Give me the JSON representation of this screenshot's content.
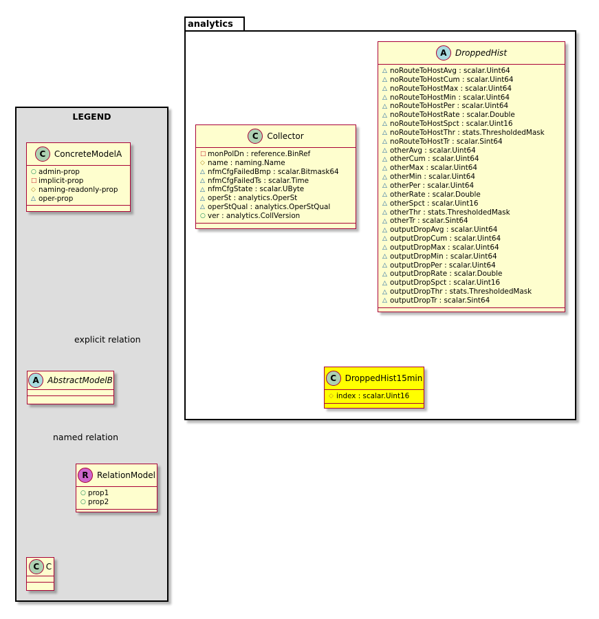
{
  "legend": {
    "title": "LEGEND",
    "concrete_model": {
      "stereotype": "C",
      "name": "ConcreteModelA",
      "attributes": [
        {
          "vis": "+",
          "text": "admin-prop"
        },
        {
          "vis": "-",
          "text": "implicit-prop"
        },
        {
          "vis": "#",
          "text": "naming-readonly-prop"
        },
        {
          "vis": "~",
          "text": "oper-prop"
        }
      ]
    },
    "abstract_model": {
      "stereotype": "A",
      "name": "AbstractModelB"
    },
    "relation_model": {
      "stereotype": "R",
      "name": "RelationModel",
      "attributes": [
        {
          "vis": "+",
          "text": "prop1"
        },
        {
          "vis": "+",
          "text": "prop2"
        }
      ]
    },
    "c_model": {
      "stereotype": "C",
      "name": "C"
    },
    "explicit_relation_label": "explicit relation",
    "named_relation_label": "named relation"
  },
  "analytics": {
    "package_name": "analytics",
    "collector": {
      "stereotype": "C",
      "name": "Collector",
      "attributes": [
        {
          "vis": "-",
          "text": "monPolDn : reference.BinRef"
        },
        {
          "vis": "#",
          "text": "name : naming.Name"
        },
        {
          "vis": "~",
          "text": "nfmCfgFailedBmp : scalar.Bitmask64"
        },
        {
          "vis": "~",
          "text": "nfmCfgFailedTs : scalar.Time"
        },
        {
          "vis": "~",
          "text": "nfmCfgState : scalar.UByte"
        },
        {
          "vis": "~",
          "text": "operSt : analytics.OperSt"
        },
        {
          "vis": "~",
          "text": "operStQual : analytics.OperStQual"
        },
        {
          "vis": "+",
          "text": "ver : analytics.CollVersion"
        }
      ]
    },
    "dropped_hist": {
      "stereotype": "A",
      "name": "DroppedHist",
      "attributes": [
        {
          "vis": "~",
          "text": "noRouteToHostAvg : scalar.Uint64"
        },
        {
          "vis": "~",
          "text": "noRouteToHostCum : scalar.Uint64"
        },
        {
          "vis": "~",
          "text": "noRouteToHostMax : scalar.Uint64"
        },
        {
          "vis": "~",
          "text": "noRouteToHostMin : scalar.Uint64"
        },
        {
          "vis": "~",
          "text": "noRouteToHostPer : scalar.Uint64"
        },
        {
          "vis": "~",
          "text": "noRouteToHostRate : scalar.Double"
        },
        {
          "vis": "~",
          "text": "noRouteToHostSpct : scalar.Uint16"
        },
        {
          "vis": "~",
          "text": "noRouteToHostThr : stats.ThresholdedMask"
        },
        {
          "vis": "~",
          "text": "noRouteToHostTr : scalar.Sint64"
        },
        {
          "vis": "~",
          "text": "otherAvg : scalar.Uint64"
        },
        {
          "vis": "~",
          "text": "otherCum : scalar.Uint64"
        },
        {
          "vis": "~",
          "text": "otherMax : scalar.Uint64"
        },
        {
          "vis": "~",
          "text": "otherMin : scalar.Uint64"
        },
        {
          "vis": "~",
          "text": "otherPer : scalar.Uint64"
        },
        {
          "vis": "~",
          "text": "otherRate : scalar.Double"
        },
        {
          "vis": "~",
          "text": "otherSpct : scalar.Uint16"
        },
        {
          "vis": "~",
          "text": "otherThr : stats.ThresholdedMask"
        },
        {
          "vis": "~",
          "text": "otherTr : scalar.Sint64"
        },
        {
          "vis": "~",
          "text": "outputDropAvg : scalar.Uint64"
        },
        {
          "vis": "~",
          "text": "outputDropCum : scalar.Uint64"
        },
        {
          "vis": "~",
          "text": "outputDropMax : scalar.Uint64"
        },
        {
          "vis": "~",
          "text": "outputDropMin : scalar.Uint64"
        },
        {
          "vis": "~",
          "text": "outputDropPer : scalar.Uint64"
        },
        {
          "vis": "~",
          "text": "outputDropRate : scalar.Double"
        },
        {
          "vis": "~",
          "text": "outputDropSpct : scalar.Uint16"
        },
        {
          "vis": "~",
          "text": "outputDropThr : stats.ThresholdedMask"
        },
        {
          "vis": "~",
          "text": "outputDropTr : scalar.Sint64"
        }
      ]
    },
    "dropped_hist_15min": {
      "stereotype": "C",
      "name": "DroppedHist15min",
      "attributes": [
        {
          "vis": "#",
          "text": "index : scalar.Uint16"
        }
      ]
    }
  },
  "colors": {
    "class_fill": "#fefece",
    "class_border": "#a80036",
    "highlight_fill": "#ffff00",
    "legend_fill": "#dddddd",
    "concrete_circle": "#add1b2",
    "abstract_circle": "#a9dcdf",
    "relation_circle": "#cc66cc"
  }
}
